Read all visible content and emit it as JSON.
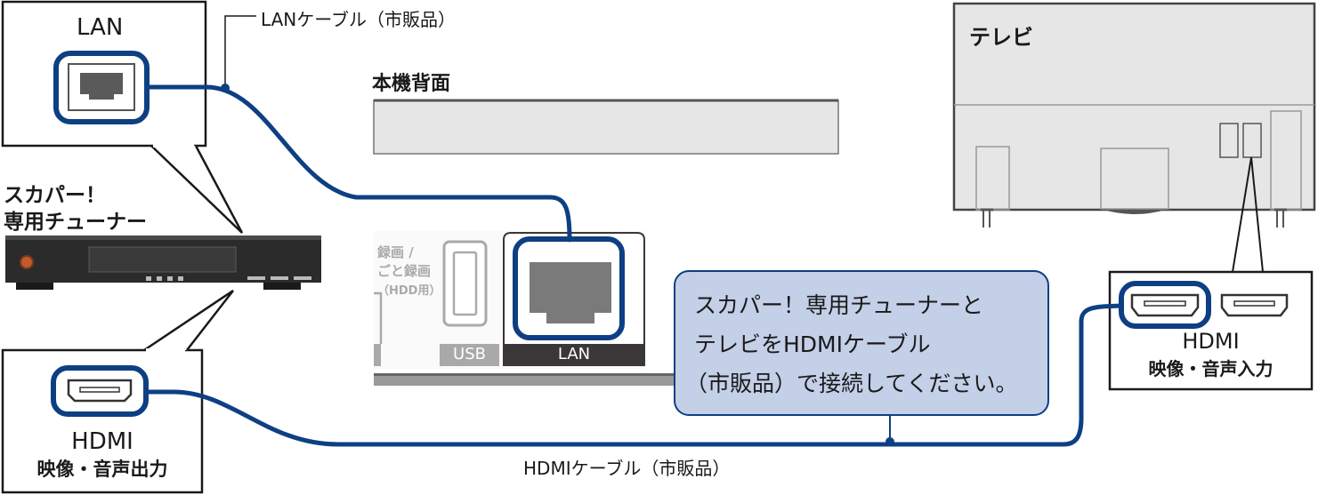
{
  "lan_callout": {
    "title": "LAN"
  },
  "lan_cable_label": "LANケーブル（市販品）",
  "recorder": {
    "title": "本機背面",
    "port_labels": {
      "rec_line1": "録画 /",
      "rec_line2": "ごと録画",
      "rec_line3": "（HDD用）",
      "usb": "USB",
      "lan": "LAN"
    }
  },
  "tuner": {
    "label_line1": "スカパー！",
    "label_line2": "専用チューナー"
  },
  "hdmi_out_callout": {
    "title": "HDMI",
    "subtitle": "映像・音声出力"
  },
  "hdmi_cable_label": "HDMIケーブル（市販品）",
  "tv": {
    "title": "テレビ"
  },
  "hdmi_in_callout": {
    "title": "HDMI",
    "subtitle": "映像・音声入力"
  },
  "note_bubble": {
    "line1": "スカパー！専用チューナーと",
    "line2": "テレビをHDMIケーブル",
    "line3": "（市販品）で接続してください。"
  },
  "colors": {
    "cable": "#0e3f82",
    "bubble_fill": "#c4cfe8",
    "bubble_border": "#0e3f82",
    "port_dark": "#3b3638",
    "panel_gray": "#e6e6e6"
  }
}
